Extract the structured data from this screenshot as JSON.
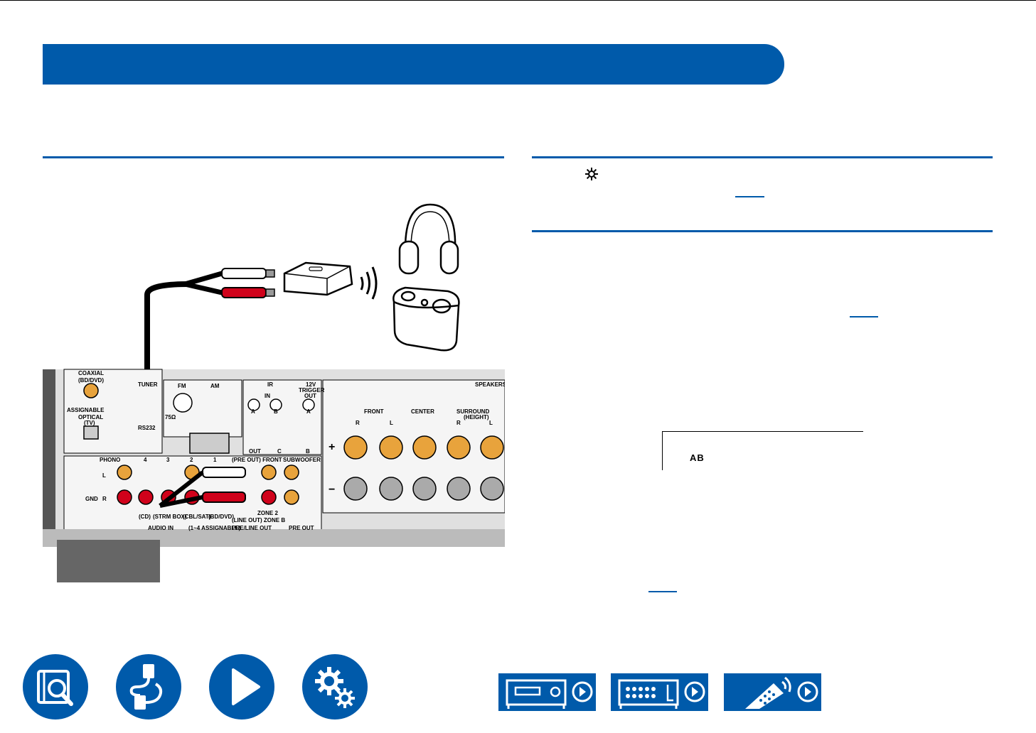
{
  "callout": {
    "label": "AB"
  },
  "diagram": {
    "headphones": "headphones-icon",
    "speaker": "wireless-speaker-icon",
    "transmitter": "wireless-transmitter-icon",
    "panel": {
      "coaxial": "COAXIAL",
      "coaxial_sub": "(BD/DVD)",
      "assignable": "ASSIGNABLE",
      "optical": "OPTICAL",
      "optical_sub": "(TV)",
      "tuner": "TUNER",
      "fm": "FM",
      "am": "AM",
      "ohm": "75Ω",
      "rs232": "RS232",
      "ir": "IR",
      "ir_in": "IN",
      "ir_a": "A",
      "ir_b": "B",
      "trigger": "12V",
      "trigger2": "TRIGGER",
      "trigger3": "OUT",
      "trig_a": "A",
      "out": "OUT",
      "c": "C",
      "b": "B",
      "speakers": "SPEAKERS",
      "front": "FRONT",
      "center": "CENTER",
      "surround": "SURROUND",
      "height": "(HEIGHT)",
      "r": "R",
      "l": "L",
      "plus": "+",
      "minus": "−",
      "phono": "PHONO",
      "gnd": "GND",
      "ch4": "4",
      "ch3": "3",
      "ch2": "2",
      "ch1": "1",
      "preout_front": "(PRE OUT) FRONT",
      "subwoofer": "SUBWOOFER",
      "cd": "(CD)",
      "strm": "(STRM BOX)",
      "cbl": "(CBL/SAT)",
      "bd": "(BD/DVD)",
      "zone2": "ZONE 2",
      "lineout": "(LINE OUT) ZONE B",
      "audio_in": "AUDIO IN",
      "assign_note": "(1~4 ASSIGNABLE)",
      "pre_line_out": "PRE/LINE OUT",
      "pre_out": "PRE OUT"
    }
  },
  "nav": {
    "contents": "contents-search-icon",
    "connections": "connections-icon",
    "playback": "playback-icon",
    "setup": "setup-gear-icon",
    "front_panel": "front-panel-icon",
    "rear_panel": "rear-panel-icon",
    "remote": "remote-controller-icon"
  },
  "colors": {
    "accent": "#005aaa",
    "red": "#d0021b",
    "gold": "#e8a33c"
  }
}
